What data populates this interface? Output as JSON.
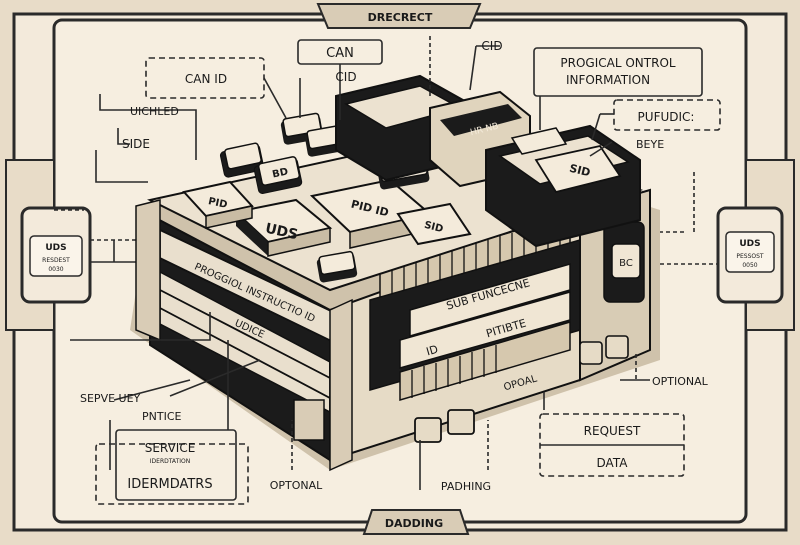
{
  "title": "DRECRECT",
  "bottom_title": "DADDING",
  "callouts": {
    "can_top": "CAN",
    "cid_left": "CID",
    "cid_top": "CID",
    "can_id": "CAN ID",
    "uichled": "UICHLED",
    "side": "SIDE",
    "progical_line1": "PROGICAL ONTROL",
    "progical_line2": "INFORMATION",
    "pufudic": "PUFUDIC:",
    "beye": "BEYE",
    "optional_right": "OPTIONAL",
    "request": "REQUEST",
    "data": "DATA",
    "padhing": "PADHING",
    "optonal_bottom": "OPTONAL",
    "serve_uey": "SEPVE UEY",
    "pntice": "PNTICE",
    "service": "SERVICE",
    "service_sub": "IDERDTATION",
    "idermdatrs": "IDERMDATRS"
  },
  "side_panels": {
    "left_line1": "UDS",
    "left_line2": "RESDEST",
    "left_line3": "0030",
    "right_line1": "UDS",
    "right_line2": "PESSOST",
    "right_line3": "0050"
  },
  "block_text": {
    "uds": "UDS",
    "pid_small": "PID",
    "bd": "BD",
    "pid_id": "PID ID",
    "sid_mid": "SID",
    "sid_right": "SID",
    "progiol_instr": "PROGGIOL INSTRUCTIO ID",
    "udice": "UDICE",
    "sub_funcecne": "SUB FUNCECNE",
    "id": "ID",
    "pitibte": "PITIBTE",
    "opoal": "OPOAL",
    "bc": "BC",
    "hr_nb": "HR NB"
  }
}
